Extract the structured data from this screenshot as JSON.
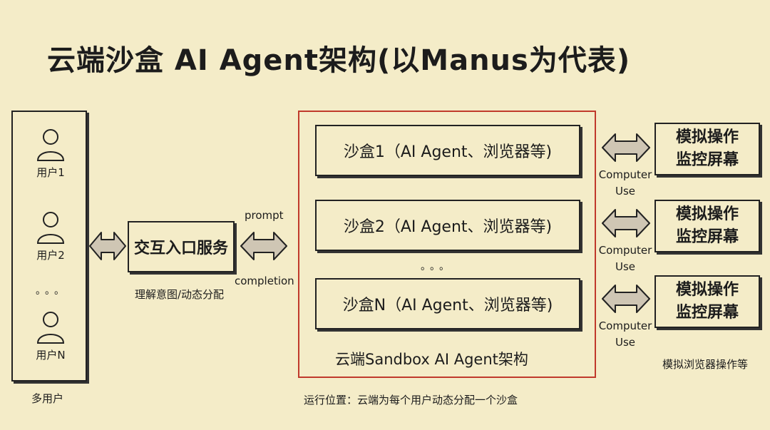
{
  "title": "云端沙盒 AI Agent架构(以Manus为代表)",
  "users": {
    "items": [
      "用户1",
      "用户2",
      "用户N"
    ],
    "ellipsis": "。。。",
    "caption": "多用户"
  },
  "service": {
    "label": "交互入口服务",
    "caption": "理解意图/动态分配",
    "prompt_label": "prompt",
    "completion_label": "completion"
  },
  "cloud": {
    "sandboxes": [
      "沙盒1（AI Agent、浏览器等)",
      "沙盒2（AI Agent、浏览器等)",
      "沙盒N（AI Agent、浏览器等)"
    ],
    "ellipsis": "。。。",
    "caption": "云端Sandbox AI Agent架构",
    "footer": "运行位置：云端为每个用户动态分配一个沙盒"
  },
  "computer_use": {
    "line1": "Computer",
    "line2": "Use"
  },
  "screens": {
    "line1": "模拟操作",
    "line2": "监控屏幕",
    "caption": "模拟浏览器操作等"
  },
  "colors": {
    "background": "#f4ecc8",
    "frame_red": "#c0392b",
    "arrow_fill": "#cfc6b4"
  }
}
